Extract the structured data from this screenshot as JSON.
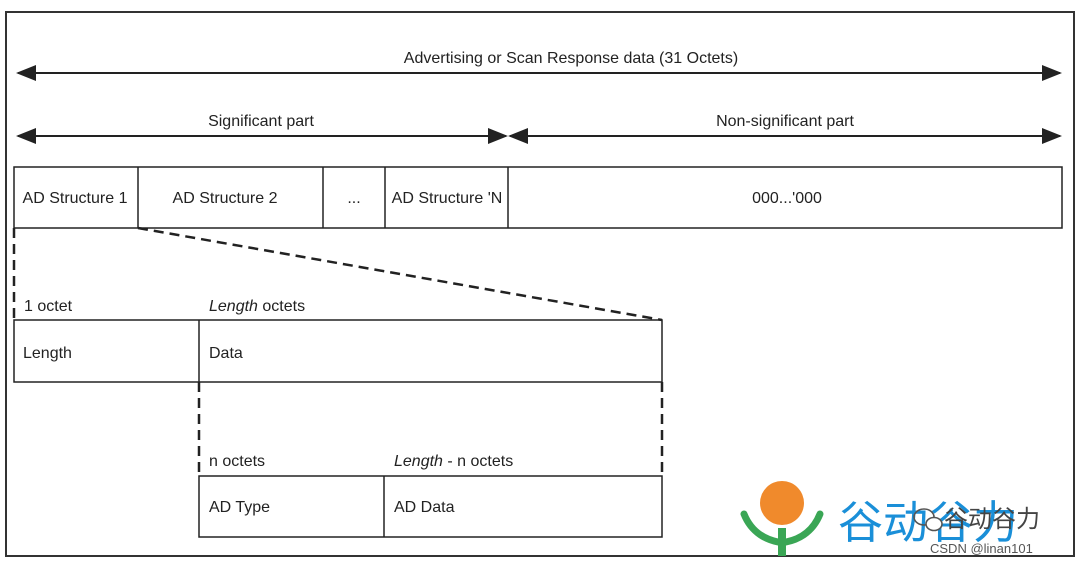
{
  "top_span": {
    "label": "Advertising or Scan Response data (31 Octets)"
  },
  "parts": {
    "significant_label": "Significant part",
    "non_significant_label": "Non-significant part"
  },
  "ad_structures": {
    "cells": [
      "AD Structure 1",
      "AD Structure 2",
      "...",
      "AD Structure 'N",
      "000...'000"
    ]
  },
  "ad_structure_detail": {
    "length_octets_label": "1 octet",
    "data_octets_label_italic": "Length",
    "data_octets_label_rest": " octets",
    "length_field": "Length",
    "data_field": "Data"
  },
  "data_detail": {
    "type_octets_label": "n octets",
    "ad_data_octets_label_italic": "Length",
    "ad_data_octets_label_rest": " - n octets",
    "ad_type_field": "AD Type",
    "ad_data_field": "AD Data"
  },
  "watermark": {
    "brand_cn": "谷动谷力",
    "wechat_label_cn": "谷动谷力",
    "csdn_credit": "CSDN @linan101"
  },
  "colors": {
    "line": "#222222",
    "frame": "#333333",
    "brand_blue": "#1a8fd8",
    "brand_orange": "#f08a2c",
    "brand_green": "#3aa655"
  }
}
